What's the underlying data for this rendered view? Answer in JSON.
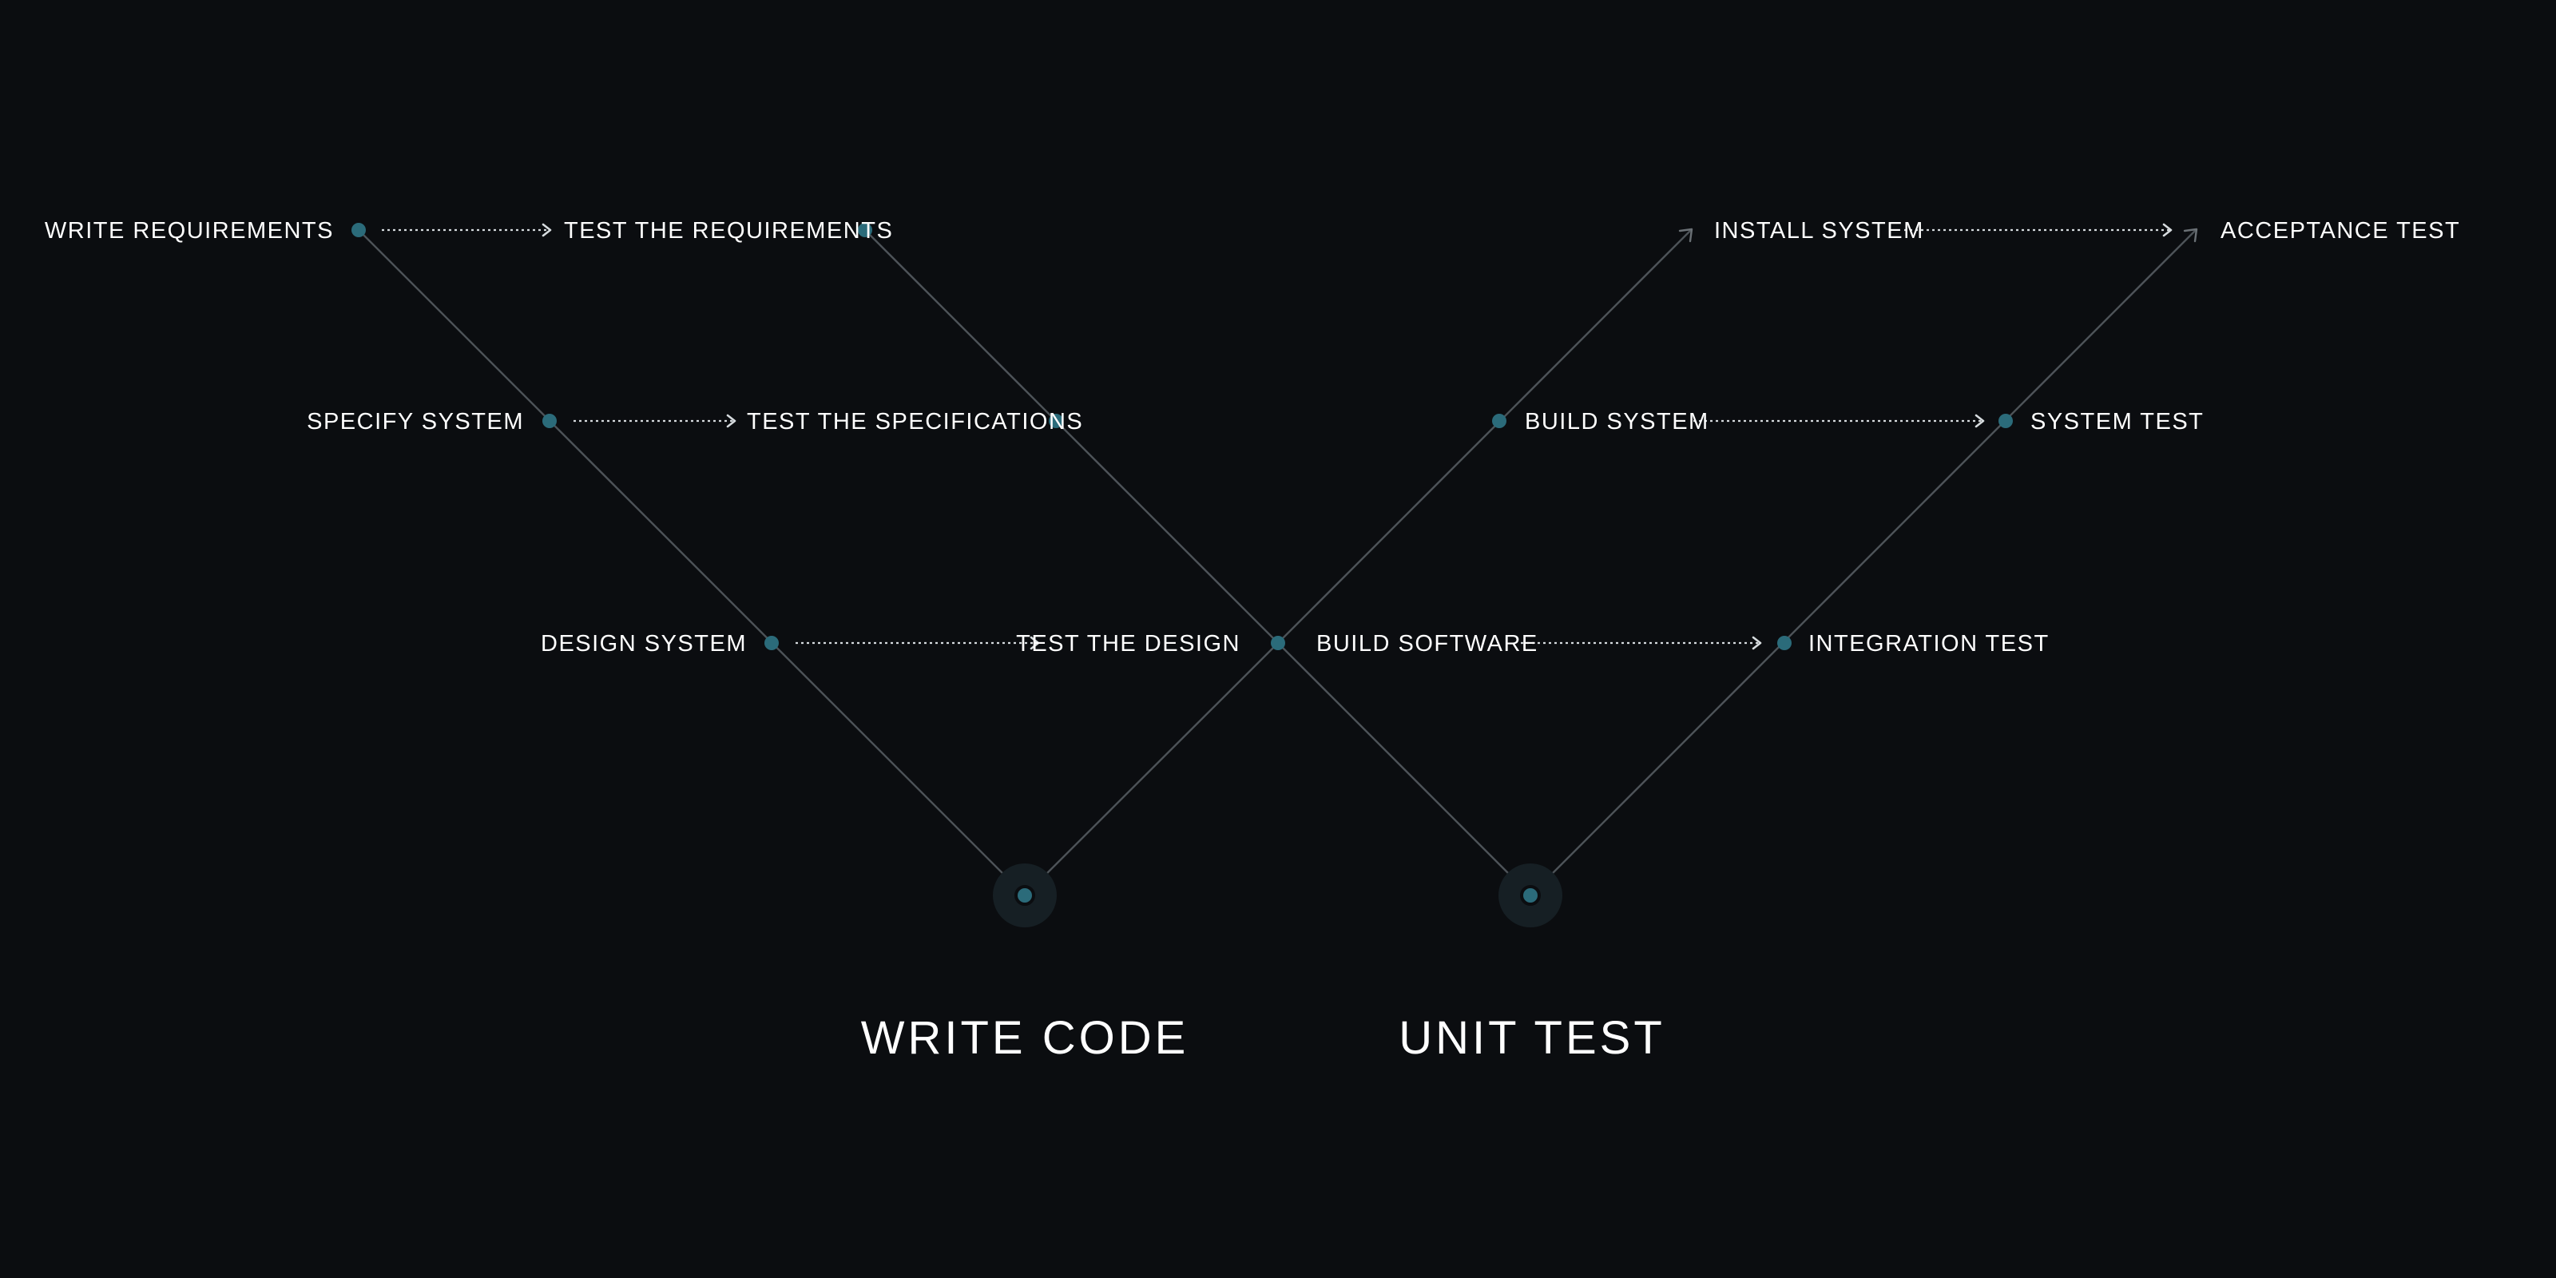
{
  "theme": {
    "background": "#0b0d10",
    "node": "#2b6b7a",
    "branch_line": "#4d5358",
    "dotted_arrow": "#d6dbde",
    "text": "#ffffff",
    "halo": "#161f24"
  },
  "stages": {
    "write_requirements": "WRITE REQUIREMENTS",
    "test_requirements": "TEST THE REQUIREMENTS",
    "install_system": "INSTALL SYSTEM",
    "acceptance_test": "ACCEPTANCE TEST",
    "specify_system": "SPECIFY SYSTEM",
    "test_specifications": "TEST THE SPECIFICATIONS",
    "build_system": "BUILD SYSTEM",
    "system_test": "SYSTEM TEST",
    "design_system": "DESIGN SYSTEM",
    "test_design": "TEST THE DESIGN",
    "build_software": "BUILD SOFTWARE",
    "integration_test": "INTEGRATION TEST"
  },
  "bottom": {
    "write_code": "WRITE CODE",
    "unit_test": "UNIT TEST"
  }
}
